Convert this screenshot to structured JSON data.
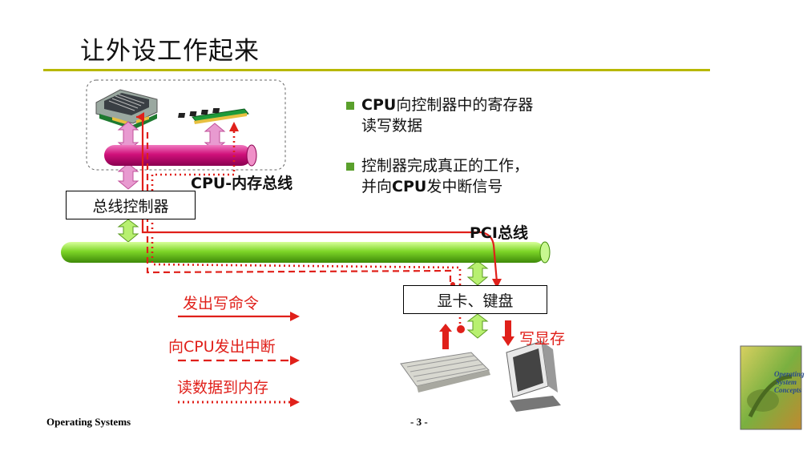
{
  "slide": {
    "title": "让外设工作起来",
    "bullets": [
      {
        "line1": "CPU向控制器中的寄存器",
        "line2": "读写数据"
      },
      {
        "line1": "控制器完成真正的工作，",
        "line2": "并向CPU发中断信号"
      }
    ],
    "footer_left": "Operating Systems",
    "page_number": "- 3 -"
  },
  "diagram": {
    "cpu_mem_bus_label": "CPU-内存总线",
    "bus_controller_label": "总线控制器",
    "pci_bus_label": "PCI总线",
    "device_controller_label": "显卡、键盘",
    "write_vram_label": "写显存"
  },
  "legend": {
    "write_cmd": "发出写命令",
    "interrupt": "向CPU发出中断",
    "read_to_mem": "读数据到内存"
  },
  "colors": {
    "title_rule": "#b8b800",
    "cpu_bus": "#d0107a",
    "pci_bus": "#6fcf1a",
    "arrow_pink": "#e89ad0",
    "arrow_green": "#b8f070",
    "signal_red": "#e0201a",
    "bullet": "#5aa02c"
  },
  "icons": [
    "cpu-chip-icon",
    "memory-module-icon",
    "keyboard-icon",
    "monitor-icon",
    "book-cover-icon"
  ]
}
